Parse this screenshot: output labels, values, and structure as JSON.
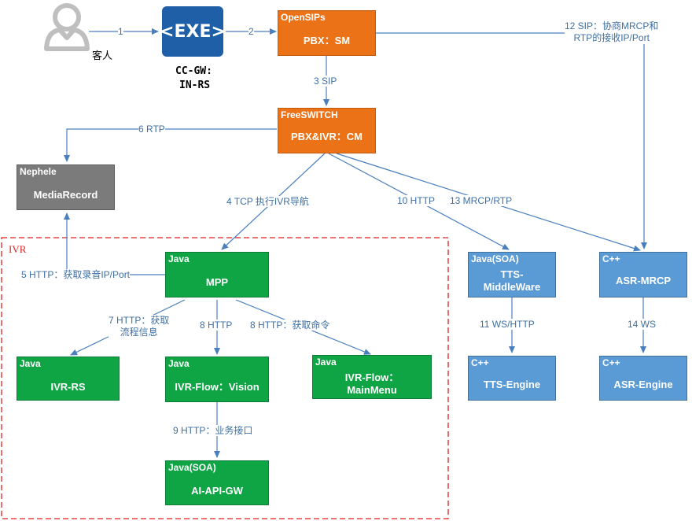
{
  "guest": {
    "label": "客人",
    "icon": "user-icon"
  },
  "gateway": {
    "icon": "exe-logo-icon",
    "line1": "CC-GW:",
    "line2": "IN-RS"
  },
  "ivr_group": {
    "title": "IVR"
  },
  "nodes": {
    "opensips": {
      "header": "OpenSIPs",
      "body": "PBX：SM"
    },
    "freeswitch": {
      "header": "FreeSWITCH",
      "body": "PBX&IVR：CM"
    },
    "nephele": {
      "header": "Nephele",
      "body": "MediaRecord"
    },
    "mpp": {
      "header": "Java",
      "body": "MPP"
    },
    "ivr_rs": {
      "header": "Java",
      "body": "IVR-RS"
    },
    "ivr_flow_vision": {
      "header": "Java",
      "body": "IVR-Flow：Vision"
    },
    "ivr_flow_mainmenu": {
      "header": "Java",
      "body1": "IVR-Flow：",
      "body2": "MainMenu"
    },
    "ai_api_gw": {
      "header": "Java(SOA)",
      "body": "AI-API-GW"
    },
    "tts_mw": {
      "header": "Java(SOA)",
      "body1": "TTS-",
      "body2": "MiddleWare"
    },
    "asr_mrcp": {
      "header": "C++",
      "body": "ASR-MRCP"
    },
    "tts_engine": {
      "header": "C++",
      "body": "TTS-Engine"
    },
    "asr_engine": {
      "header": "C++",
      "body": "ASR-Engine"
    }
  },
  "edges": {
    "e1": "1",
    "e2": "2",
    "e3": "3 SIP",
    "e4": "4 TCP 执行IVR导航",
    "e5": "5 HTTP：获取录音IP/Port",
    "e6": "6 RTP",
    "e7_line1": "7 HTTP：获取",
    "e7_line2": "流程信息",
    "e8a": "8 HTTP",
    "e8b": "8 HTTP：获取命令",
    "e9": "9 HTTP：业务接口",
    "e10": "10 HTTP",
    "e11": "11 WS/HTTP",
    "e12_line1": "12 SIP：协商MRCP和",
    "e12_line2": "RTP的接收IP/Port",
    "e13": "13 MRCP/RTP",
    "e14": "14 WS"
  },
  "colors": {
    "orange": "#ec7217",
    "gray": "#7b7b7b",
    "green": "#0fa545",
    "blue": "#5b9bd5",
    "line": "#4a7fbf",
    "ivr_border": "#e02020"
  }
}
